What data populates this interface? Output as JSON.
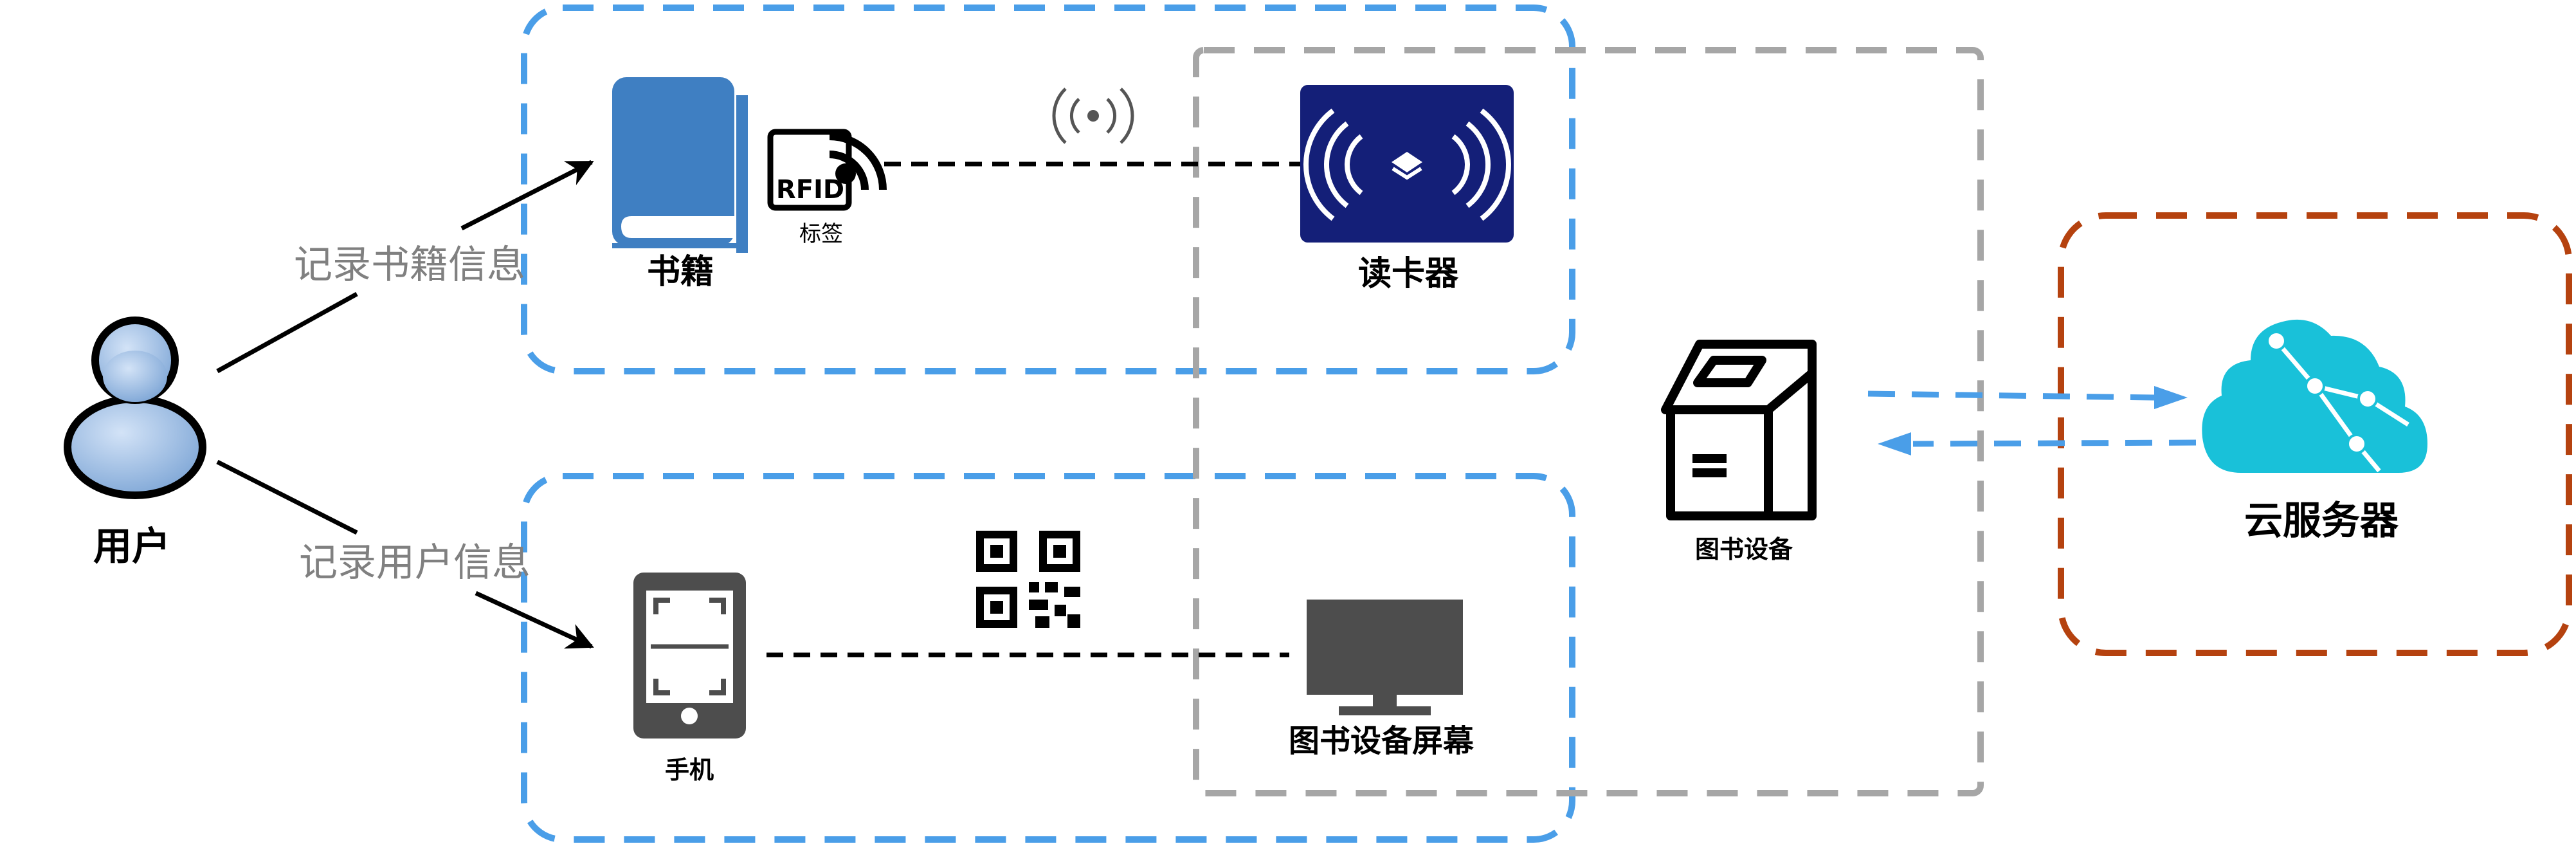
{
  "nodes": {
    "user": "用户",
    "book": "书籍",
    "rfid_tag": "标签",
    "rfid_text": "RFID",
    "card_reader": "读卡器",
    "phone": "手机",
    "device_screen": "图书设备屏幕",
    "library_device": "图书设备",
    "cloud_server": "云服务器"
  },
  "edges": {
    "record_book": "记录书籍信息",
    "record_user": "记录用户信息"
  },
  "colors": {
    "blue_group": "#4a9ee8",
    "gray_group": "#a6a6a6",
    "cloud_group": "#b5420f",
    "reader_bg": "#141f78",
    "book_blue": "#3f7fc2",
    "cloud_cyan": "#19c1d9",
    "device_gray": "#4d4d4d"
  }
}
